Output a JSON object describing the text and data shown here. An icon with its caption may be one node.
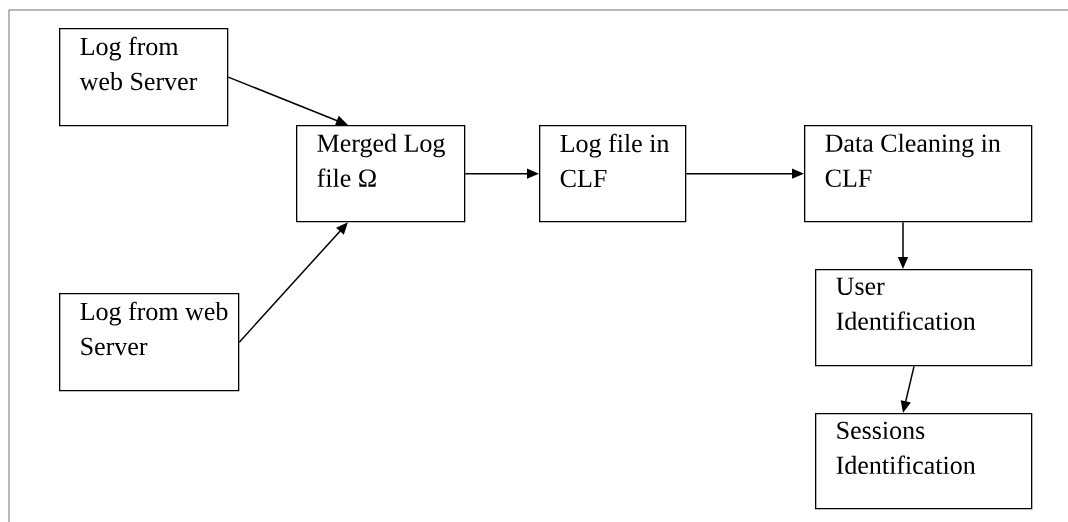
{
  "diagram": {
    "nodes": [
      {
        "text": [
          "Log from web Server"
        ]
      },
      {
        "text": [
          "Log from web Server"
        ]
      },
      {
        "text": [
          "Merged Log file Ω"
        ]
      },
      {
        "text": [
          "Log file in CLF"
        ]
      },
      {
        "text": [
          "Data Cleaning in CLF"
        ]
      },
      {
        "text": [
          "User Identification"
        ]
      },
      {
        "text": [
          "Sessions Identification"
        ]
      }
    ],
    "edges": [
      {
        "from": 0,
        "to": 2,
        "arrow": "to"
      },
      {
        "from": 1,
        "to": 2,
        "arrow": "to"
      },
      {
        "from": 2,
        "to": 3,
        "arrow": "to"
      },
      {
        "from": 3,
        "to": 4,
        "arrow": "to"
      },
      {
        "from": 4,
        "to": 5,
        "arrow": "to"
      },
      {
        "from": 5,
        "to": 6,
        "arrow": "to"
      }
    ]
  }
}
